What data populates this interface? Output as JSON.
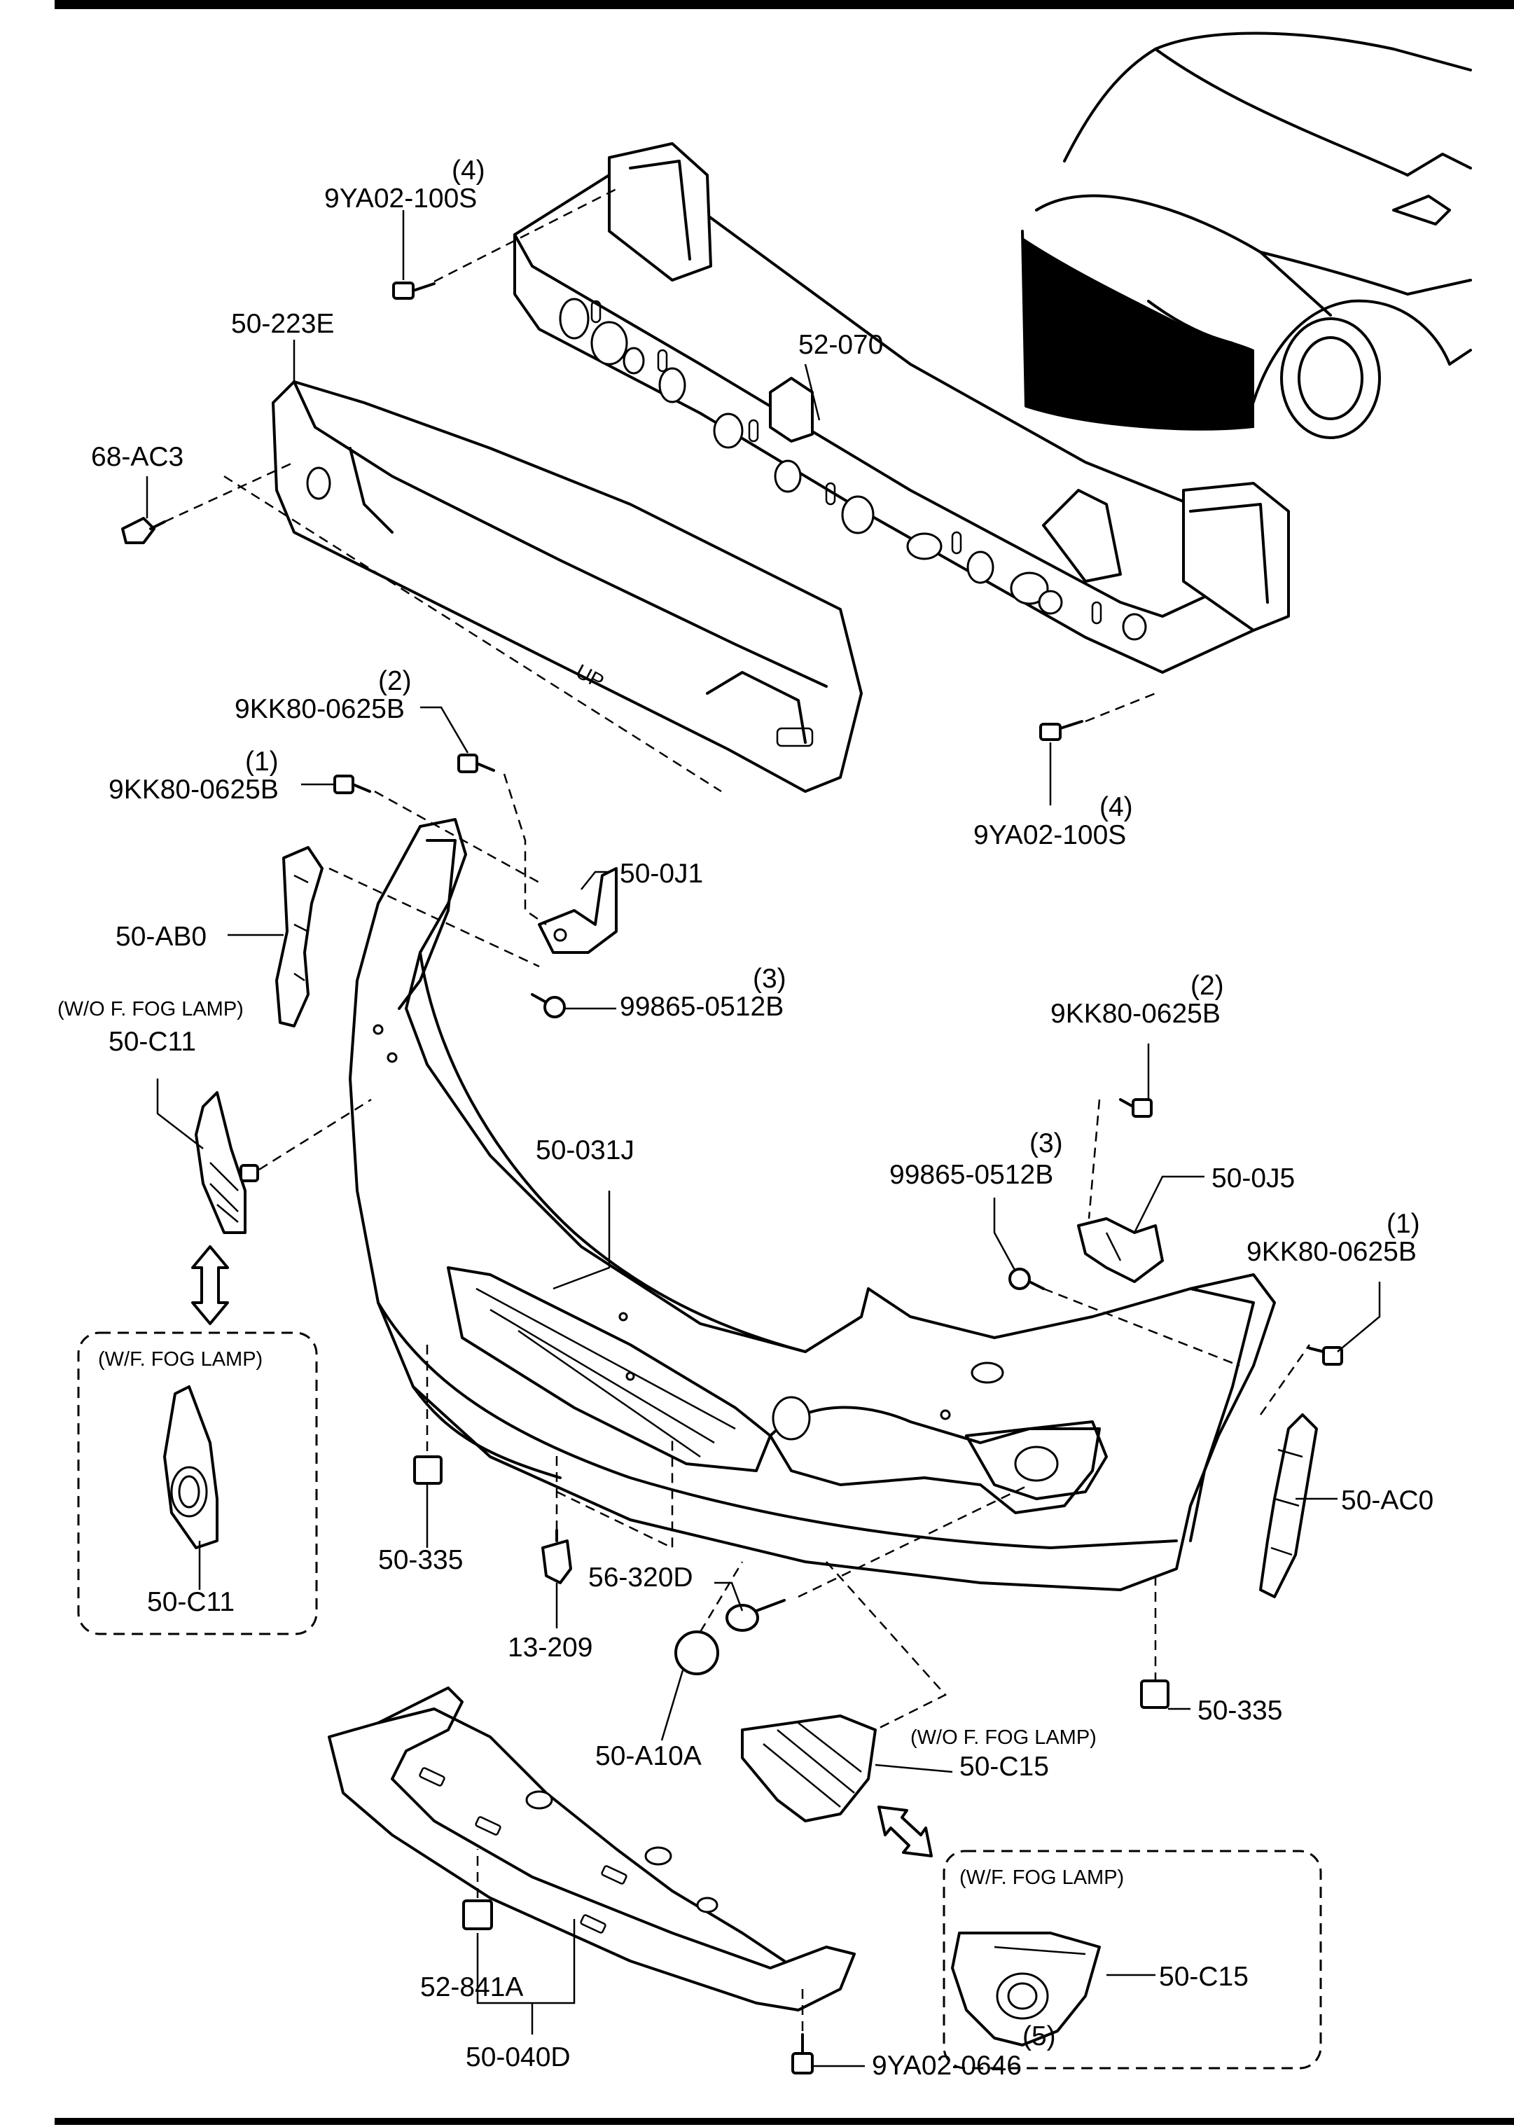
{
  "labels": {
    "qty_9ya02_100s_top": "(4)",
    "p_9ya02_100s_top": "9YA02-100S",
    "p_50_223e": "50-223E",
    "p_52_070": "52-070",
    "p_68_ac3": "68-AC3",
    "qty_9kk80_0625b_a": "(2)",
    "p_9kk80_0625b_a": "9KK80-0625B",
    "qty_9kk80_0625b_b": "(1)",
    "p_9kk80_0625b_b": "9KK80-0625B",
    "qty_9ya02_100s_right": "(4)",
    "p_9ya02_100s_right": "9YA02-100S",
    "p_50_0j1": "50-0J1",
    "p_50_ab0": "50-AB0",
    "qty_99865_0512b_a": "(3)",
    "p_99865_0512b_a": "99865-0512B",
    "wo_fog_left": "(W/O F. FOG LAMP)",
    "p_50_c11_top": "50-C11",
    "qty_9kk80_0625b_c": "(2)",
    "p_9kk80_0625b_c": "9KK80-0625B",
    "p_50_031j": "50-031J",
    "qty_99865_0512b_b": "(3)",
    "p_99865_0512b_b": "99865-0512B",
    "p_50_0j5": "50-0J5",
    "qty_9kk80_0625b_d": "(1)",
    "p_9kk80_0625b_d": "9KK80-0625B",
    "wf_fog_left": "(W/F. FOG LAMP)",
    "p_50_c11_box": "50-C11",
    "p_50_335_left": "50-335",
    "p_50_ac0": "50-AC0",
    "p_56_320d": "56-320D",
    "p_13_209": "13-209",
    "p_50_335_right": "50-335",
    "p_50_a10a": "50-A10A",
    "wo_fog_right": "(W/O F. FOG LAMP)",
    "p_50_c15_top": "50-C15",
    "wf_fog_right": "(W/F. FOG LAMP)",
    "p_50_c15_box": "50-C15",
    "p_52_841a": "52-841A",
    "p_50_040d": "50-040D",
    "qty_9ya02_0646": "(5)",
    "p_9ya02_0646": "9YA02-0646",
    "absorber_stamp": "UP"
  }
}
